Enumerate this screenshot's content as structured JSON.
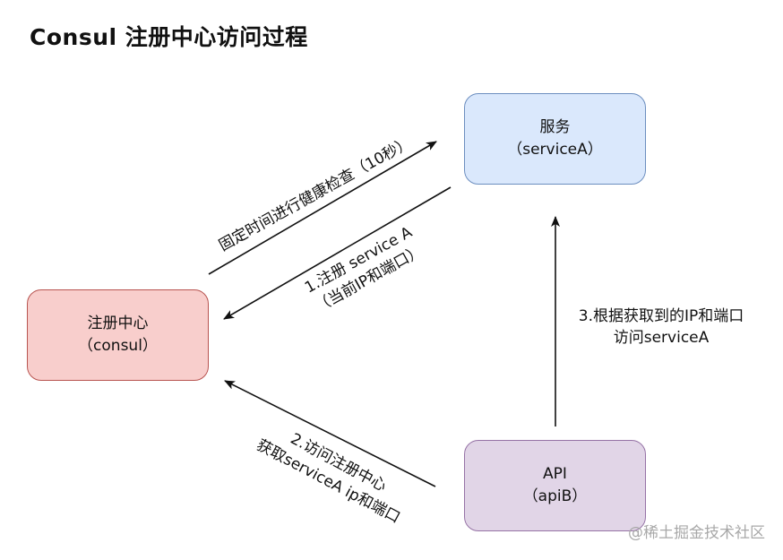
{
  "title": "Consul 注册中心访问过程",
  "colors": {
    "service_fill": "#dae8fc",
    "service_border": "#6c8ebf",
    "consul_fill": "#f8cecc",
    "consul_border": "#b85450",
    "api_fill": "#e1d5e7",
    "api_border": "#9673a6",
    "edge": "#111111"
  },
  "nodes": {
    "service": {
      "name": "服务",
      "sub": "（serviceA）"
    },
    "consul": {
      "name": "注册中心",
      "sub": "（consul）"
    },
    "api": {
      "name": "API",
      "sub": "（apiB）"
    }
  },
  "edges": {
    "health_check": "固定时间进行健康检查（10秒）",
    "register_line1": "1.注册 service A",
    "register_line2": "（当前IP和端口）",
    "discover_line1": "2.访问注册中心",
    "discover_line2": "获取serviceA ip和端口",
    "access_line1": "3.根据获取到的IP和端口",
    "access_line2": "访问serviceA"
  },
  "watermark": "@稀土掘金技术社区"
}
